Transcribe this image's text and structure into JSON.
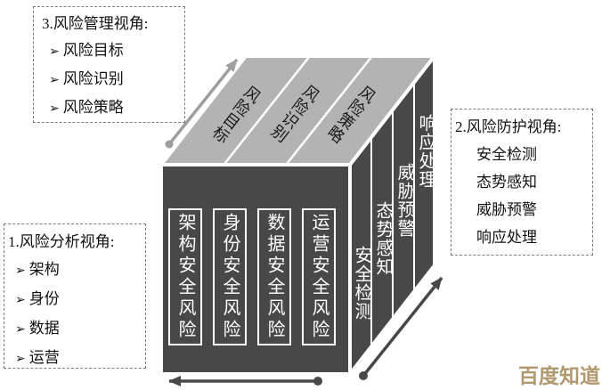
{
  "diagram": {
    "boxes": {
      "management": {
        "title": "3.风险管理视角:",
        "bullet": "➢",
        "items": [
          "风险目标",
          "风险识别",
          "风险策略"
        ]
      },
      "analysis": {
        "title": "1.风险分析视角:",
        "bullet": "➢",
        "items": [
          "架构",
          "身份",
          "数据",
          "运营"
        ]
      },
      "protection": {
        "title": "2.风险防护视角:",
        "items": [
          "安全检测",
          "态势感知",
          "威胁预警",
          "响应处理"
        ]
      }
    },
    "cube": {
      "top_labels": [
        "风险目标",
        "风险识别",
        "风险策略"
      ],
      "front_labels": [
        "架构安全风险",
        "身份安全风险",
        "数据安全风险",
        "运营安全风险"
      ],
      "side_labels": [
        "安全检测",
        "态势感知",
        "威胁预警",
        "响应处理"
      ],
      "colors": {
        "top_face": "#b3b3b3",
        "dark_face": "#484848",
        "face_outline": "#ffffff",
        "management_axis_arrow": "#9e9e9e",
        "dark_axis_arrow": "#484848"
      }
    },
    "watermark": {
      "text": "百度知道",
      "color": "#b0986f"
    }
  }
}
